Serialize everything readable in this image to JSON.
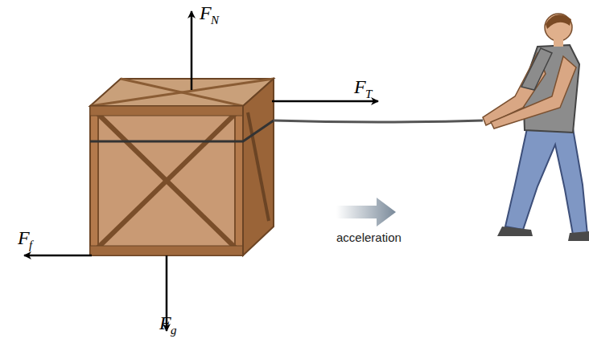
{
  "diagram": {
    "labels": [
      "F",
      "N",
      "F",
      "T",
      "F",
      "f",
      "F",
      "g",
      "acceleration"
    ]
  }
}
